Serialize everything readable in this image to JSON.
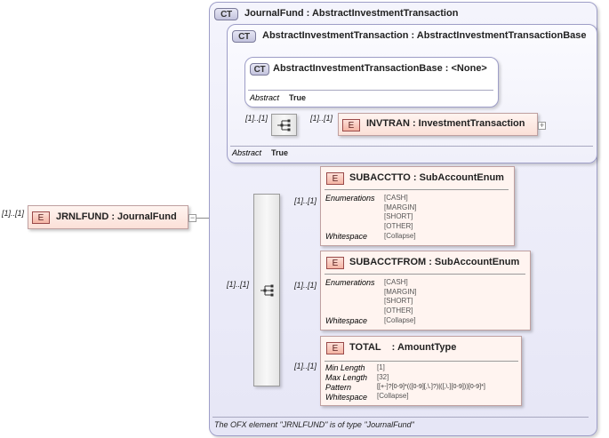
{
  "root": {
    "cardinality": "[1]..[1]",
    "badge": "E",
    "label": "JRNLFUND : JournalFund",
    "expander": "−"
  },
  "journalfund": {
    "badge": "CT",
    "title": "JournalFund : AbstractInvestmentTransaction",
    "abstract_label": "Abstract",
    "abstract_value": "True",
    "footer": "The OFX element \"JRNLFUND\" is of type \"JournalFund\""
  },
  "abstract_txn": {
    "badge": "CT",
    "title": "AbstractInvestmentTransaction : AbstractInvestmentTransactionBase"
  },
  "abstract_txn_base": {
    "badge": "CT",
    "title": "AbstractInvestmentTransactionBase : <None>",
    "abstract_label": "Abstract",
    "abstract_value": "True"
  },
  "seq1": {
    "card_in": "[1]..[1]",
    "card_out": "[1]..[1]"
  },
  "invtran": {
    "badge": "E",
    "label": "INVTRAN : InvestmentTransaction",
    "expander": "+"
  },
  "seq2": {
    "card_in": "[1]..[1]"
  },
  "subaccto": {
    "cardinality": "[1]..[1]",
    "badge": "E",
    "label": "SUBACCTTO : SubAccountEnum",
    "enum_label": "Enumerations",
    "enums": [
      "[CASH]",
      "[MARGIN]",
      "[SHORT]",
      "[OTHER]"
    ],
    "ws_label": "Whitespace",
    "ws_value": "[Collapse]"
  },
  "subacctfrom": {
    "cardinality": "[1]..[1]",
    "badge": "E",
    "label": "SUBACCTFROM : SubAccountEnum",
    "enum_label": "Enumerations",
    "enums": [
      "[CASH]",
      "[MARGIN]",
      "[SHORT]",
      "[OTHER]"
    ],
    "ws_label": "Whitespace",
    "ws_value": "[Collapse]"
  },
  "total": {
    "cardinality": "[1]..[1]",
    "badge": "E",
    "label": "TOTAL    : AmountType",
    "min_label": "Min Length",
    "min_value": "[1]",
    "max_label": "Max Length",
    "max_value": "[32]",
    "pattern_label": "Pattern",
    "pattern_value": "[[+-]?[0-9]*(([0-9][,\\.]?)|([,\\.][0-9]))[0-9]*]",
    "ws_label": "Whitespace",
    "ws_value": "[Collapse]"
  }
}
